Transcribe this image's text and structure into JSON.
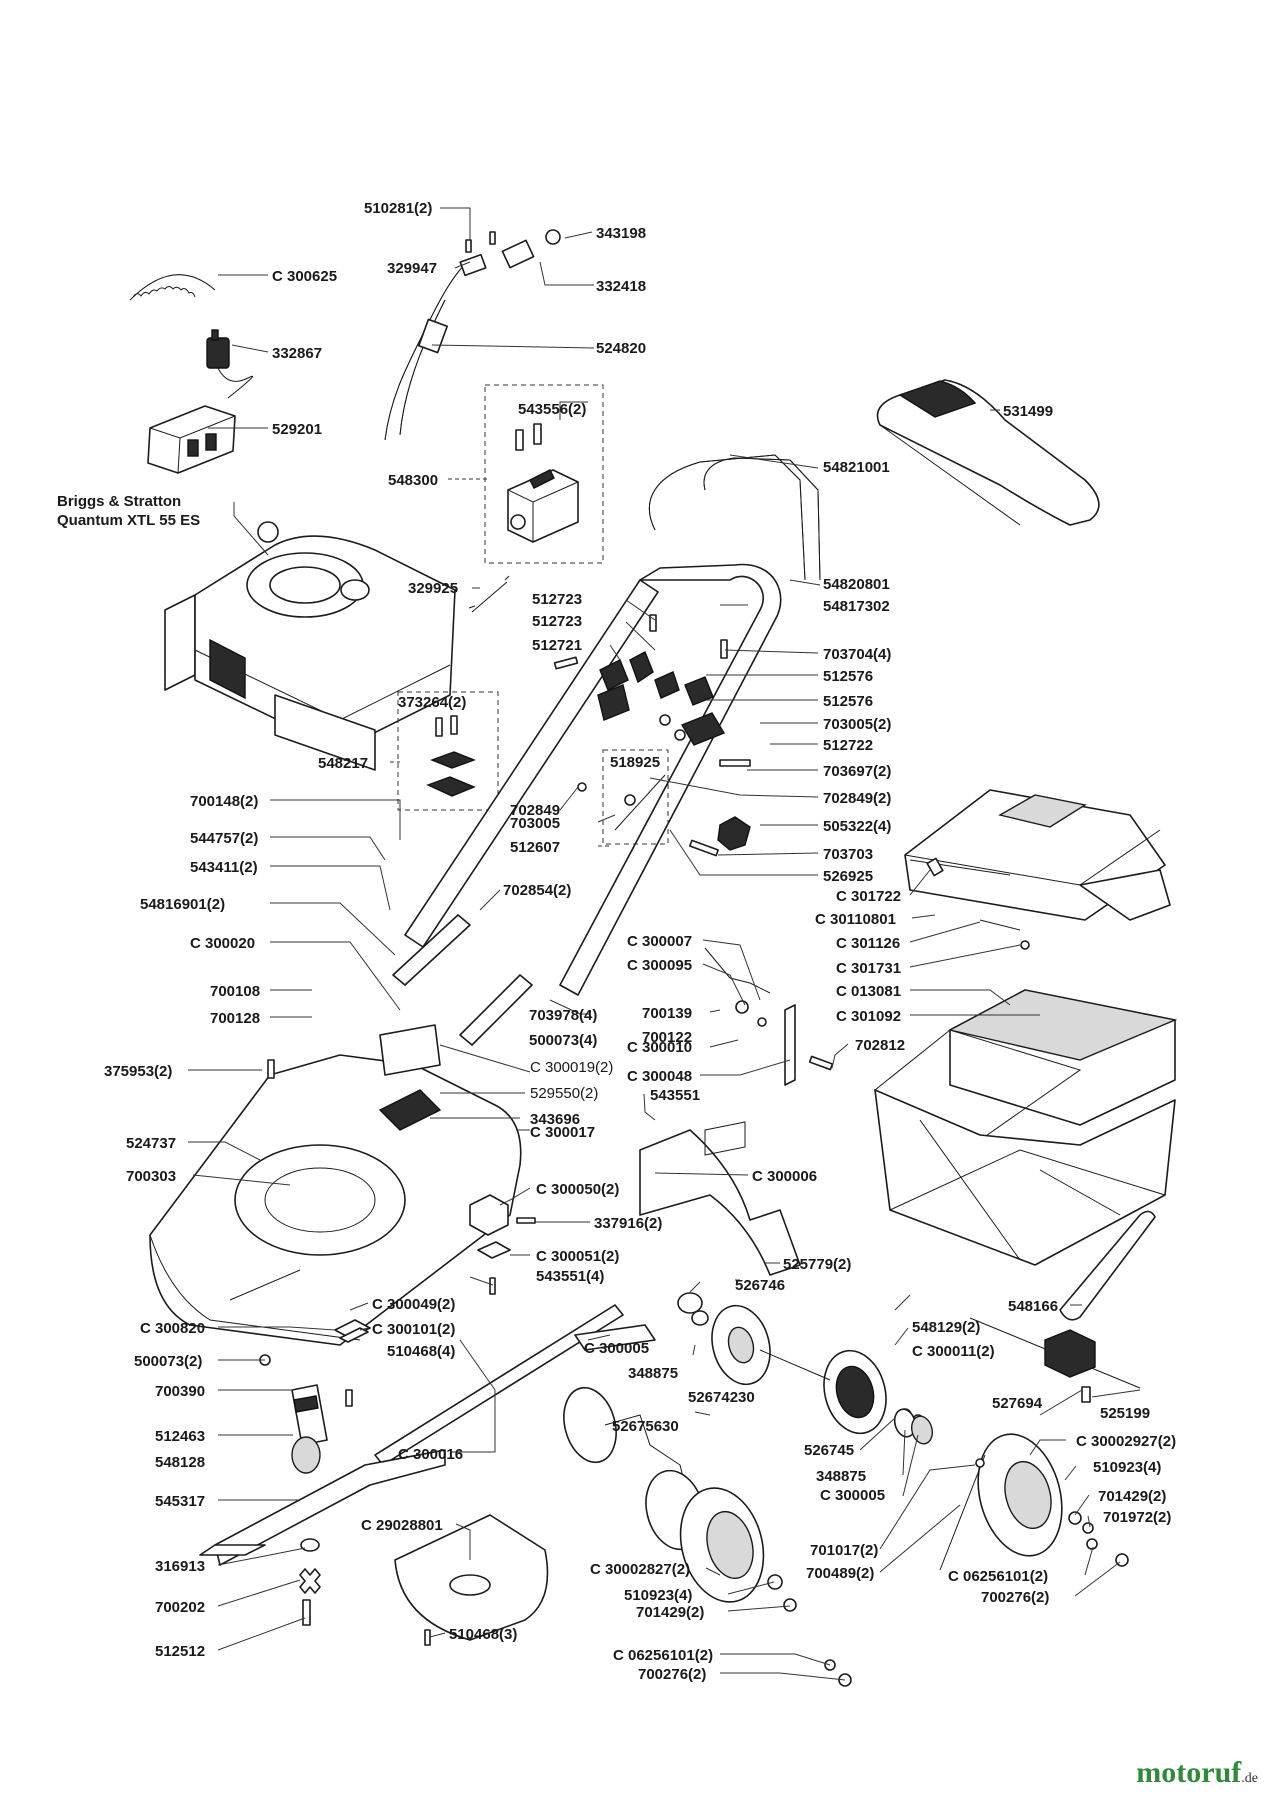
{
  "labels": {
    "l_510281_2": "510281(2)",
    "l_343198": "343198",
    "l_329947": "329947",
    "l_332418": "332418",
    "l_c300625": "C 300625",
    "l_332867": "332867",
    "l_524820": "524820",
    "l_529201": "529201",
    "l_543556_2": "543556(2)",
    "l_531499": "531499",
    "l_548300": "548300",
    "l_54821001": "54821001",
    "l_engine_1": "Briggs & Stratton",
    "l_engine_2": "Quantum XTL 55 ES",
    "l_54820801": "54820801",
    "l_329925": "329925",
    "l_512723_a": "512723",
    "l_54817302": "54817302",
    "l_512723_b": "512723",
    "l_512721": "512721",
    "l_703704_4": "703704(4)",
    "l_373264_2": "373264(2)",
    "l_512576_a": "512576",
    "l_512576_b": "512576",
    "l_703005_2": "703005(2)",
    "l_548217": "548217",
    "l_512722": "512722",
    "l_518925": "518925",
    "l_703697_2": "703697(2)",
    "l_700148_2": "700148(2)",
    "l_702849": "702849",
    "l_702849_2": "702849(2)",
    "l_703005": "703005",
    "l_505322_4": "505322(4)",
    "l_544757_2": "544757(2)",
    "l_512607": "512607",
    "l_703703": "703703",
    "l_543411_2": "543411(2)",
    "l_526925": "526925",
    "l_702854_2": "702854(2)",
    "l_c301722": "C 301722",
    "l_54816901_2": "54816901(2)",
    "l_c30110801": "C 30110801",
    "l_c300007": "C 300007",
    "l_c301126": "C 301126",
    "l_c300020": "C 300020",
    "l_c300095": "C 300095",
    "l_c301731": "C 301731",
    "l_c013081": "C 013081",
    "l_700108": "700108",
    "l_700139": "700139",
    "l_703978_4": "703978(4)",
    "l_c301092": "C 301092",
    "l_700122": "700122",
    "l_700128": "700128",
    "l_500073_4": "500073(4)",
    "l_c300010": "C 300010",
    "l_702812": "702812",
    "l_c300019_2": "C 300019(2)",
    "l_375953_2": "375953(2)",
    "l_c300048": "C 300048",
    "l_529550_2": "529550(2)",
    "l_543551": "543551",
    "l_343696": "343696",
    "l_524737": "524737",
    "l_c300017": "C 300017",
    "l_700303": "700303",
    "l_c300006": "C 300006",
    "l_c300050_2": "C 300050(2)",
    "l_337916_2": "337916(2)",
    "l_c300051_2": "C 300051(2)",
    "l_525779_2": "525779(2)",
    "l_543551_4": "543551(4)",
    "l_526746": "526746",
    "l_c300049_2": "C 300049(2)",
    "l_548166": "548166",
    "l_c300820": "C 300820",
    "l_c300101_2": "C 300101(2)",
    "l_510468_4": "510468(4)",
    "l_c300005_a": "C 300005",
    "l_548129_2": "548129(2)",
    "l_500073_2": "500073(2)",
    "l_348875_a": "348875",
    "l_c300011_2": "C 300011(2)",
    "l_700390": "700390",
    "l_52674230": "52674230",
    "l_527694": "527694",
    "l_525199": "525199",
    "l_512463": "512463",
    "l_52675630": "52675630",
    "l_526745": "526745",
    "l_c30002927_2": "C 30002927(2)",
    "l_548128": "548128",
    "l_c300016": "C 300016",
    "l_348875_b": "348875",
    "l_510923_4_a": "510923(4)",
    "l_c300005_b": "C 300005",
    "l_545317": "545317",
    "l_701429_2_a": "701429(2)",
    "l_c29028801": "C 29028801",
    "l_701972_2": "701972(2)",
    "l_701017_2": "701017(2)",
    "l_316913": "316913",
    "l_c30002827_2": "C 30002827(2)",
    "l_700489_2": "700489(2)",
    "l_c06256101_2_a": "C 06256101(2)",
    "l_700202": "700202",
    "l_510923_4_b": "510923(4)",
    "l_700276_2_a": "700276(2)",
    "l_701429_2_b": "701429(2)",
    "l_510468_3": "510468(3)",
    "l_512512": "512512",
    "l_c06256101_2_b": "C 06256101(2)",
    "l_700276_2_b": "700276(2)"
  },
  "watermark": {
    "brand": "motoruf",
    "suffix": ".de",
    "color": "#2f8a3a"
  }
}
